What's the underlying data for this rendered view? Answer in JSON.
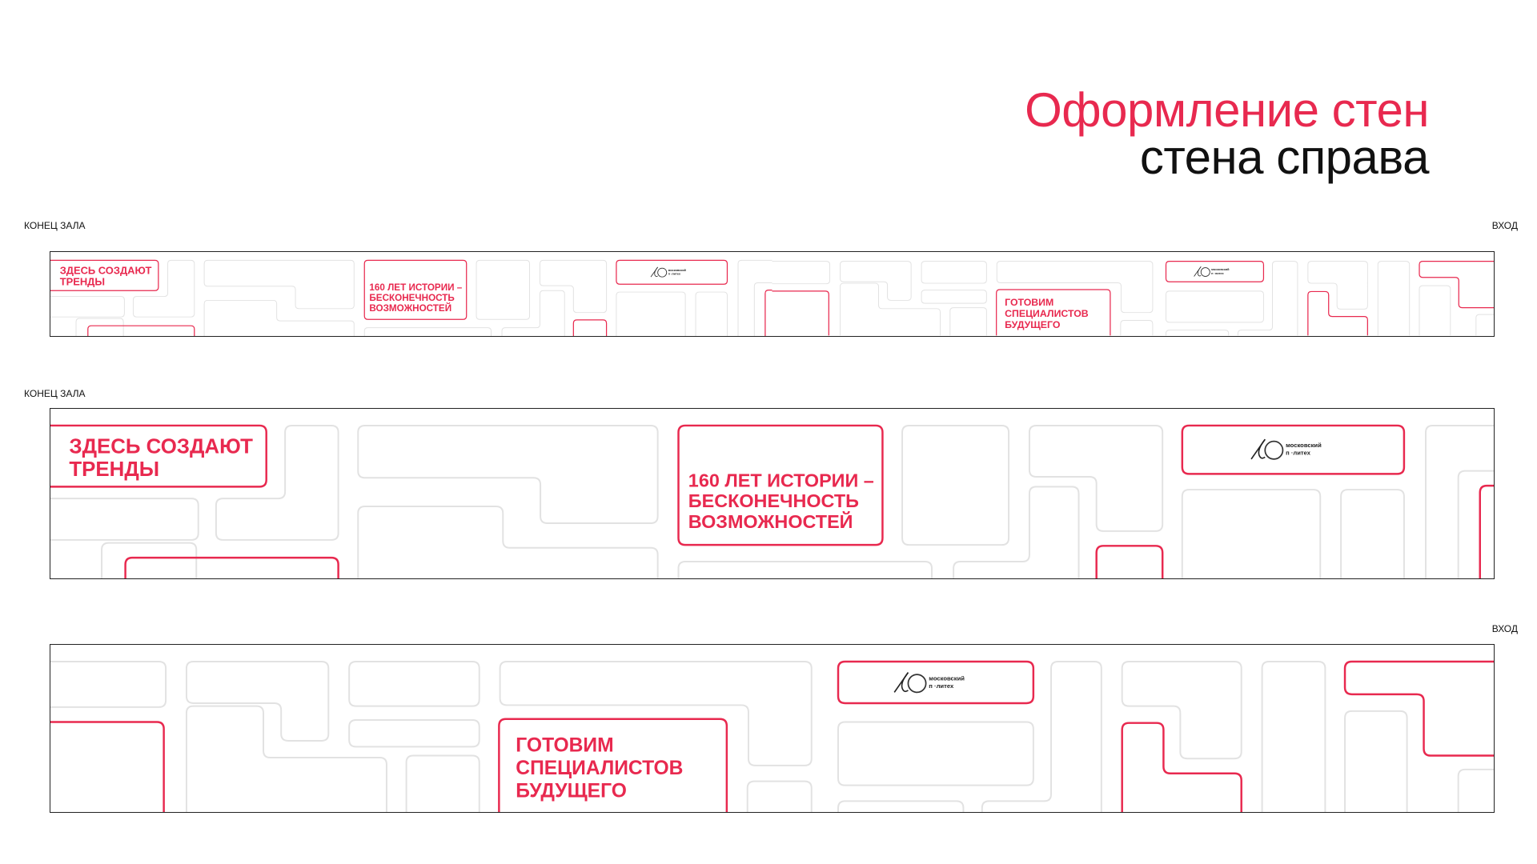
{
  "header": {
    "title": "Оформление стен",
    "subtitle": "стена справа"
  },
  "labels": {
    "hall_end": "КОНЕЦ ЗАЛА",
    "entrance": "ВХОД"
  },
  "panels": {
    "trends": [
      "ЗДЕСЬ СОЗДАЮТ",
      "ТРЕНДЫ"
    ],
    "history": [
      "160 ЛЕТ ИСТОРИИ –",
      "БЕСКОНЕЧНОСТЬ",
      "ВОЗМОЖНОСТЕЙ"
    ],
    "specialists": [
      "ГОТОВИМ",
      "СПЕЦИАЛИСТОВ",
      "БУДУЩЕГО"
    ]
  },
  "logo": {
    "line1": "московский",
    "line2": "п ·литех"
  },
  "colors": {
    "accent": "#e8294f",
    "pattern": "#e2e2e2",
    "text": "#111111"
  }
}
